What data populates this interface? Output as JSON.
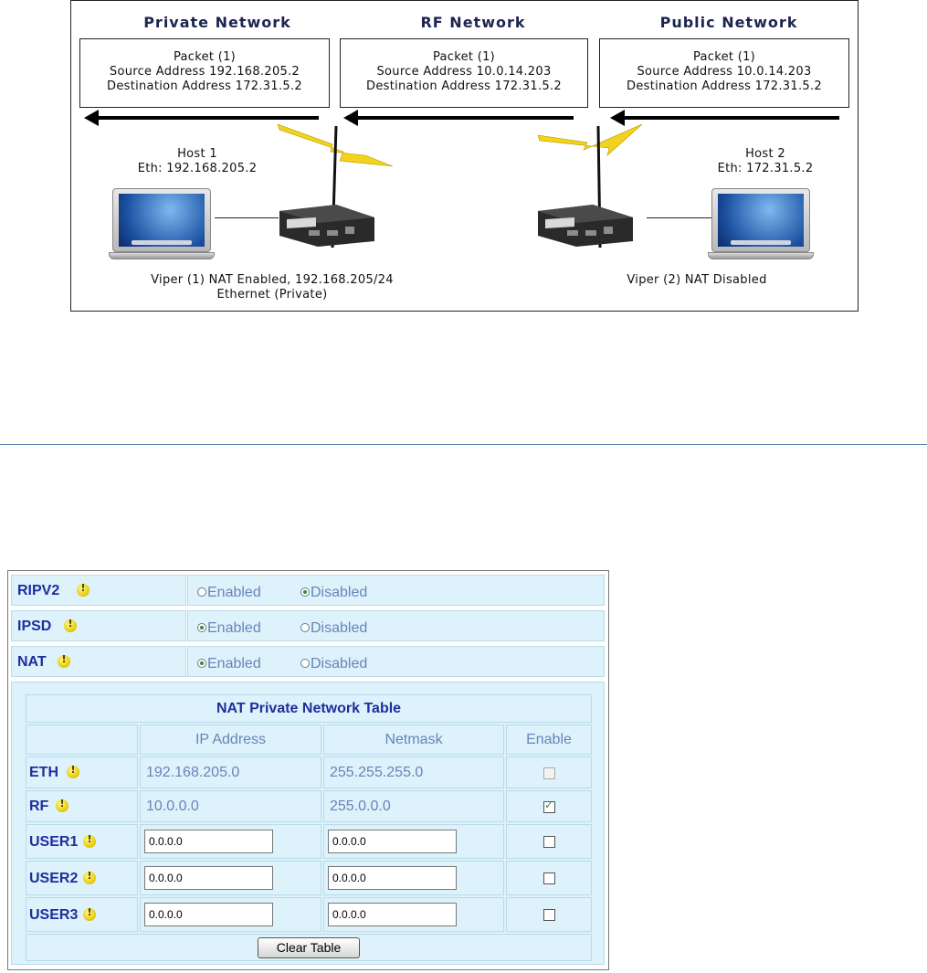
{
  "diagram": {
    "sections": [
      {
        "title": "Private Network",
        "packet": {
          "name": "Packet (1)",
          "source": "Source Address 192.168.205.2",
          "destination": "Destination Address 172.31.5.2"
        }
      },
      {
        "title": "RF Network",
        "packet": {
          "name": "Packet (1)",
          "source": "Source Address 10.0.14.203",
          "destination": "Destination Address 172.31.5.2"
        }
      },
      {
        "title": "Public Network",
        "packet": {
          "name": "Packet (1)",
          "source": "Source Address 10.0.14.203",
          "destination": "Destination Address 172.31.5.2"
        }
      }
    ],
    "host1": {
      "name": "Host 1",
      "eth": "Eth: 192.168.205.2"
    },
    "host2": {
      "name": "Host 2",
      "eth": "Eth: 172.31.5.2"
    },
    "viper1": {
      "line1": "Viper (1) NAT Enabled, 192.168.205/24",
      "line2": "Ethernet (Private)"
    },
    "viper2": {
      "line1": "Viper (2) NAT Disabled"
    }
  },
  "panel": {
    "rows": [
      {
        "label": "RIPV2",
        "option_enabled": "Enabled",
        "option_disabled": "Disabled",
        "selected": "Disabled"
      },
      {
        "label": "IPSD",
        "option_enabled": "Enabled",
        "option_disabled": "Disabled",
        "selected": "Enabled"
      },
      {
        "label": "NAT",
        "option_enabled": "Enabled",
        "option_disabled": "Disabled",
        "selected": "Enabled"
      }
    ],
    "nat_table": {
      "title": "NAT Private Network Table",
      "headers": {
        "ip": "IP Address",
        "netmask": "Netmask",
        "enable": "Enable"
      },
      "rows": [
        {
          "label": "ETH",
          "ip": "192.168.205.0",
          "netmask": "255.255.255.0",
          "enabled": false,
          "editable": false
        },
        {
          "label": "RF",
          "ip": "10.0.0.0",
          "netmask": "255.0.0.0",
          "enabled": true,
          "editable": false
        },
        {
          "label": "USER1",
          "ip": "0.0.0.0",
          "netmask": "0.0.0.0",
          "enabled": false,
          "editable": true
        },
        {
          "label": "USER2",
          "ip": "0.0.0.0",
          "netmask": "0.0.0.0",
          "enabled": false,
          "editable": true
        },
        {
          "label": "USER3",
          "ip": "0.0.0.0",
          "netmask": "0.0.0.0",
          "enabled": false,
          "editable": true
        }
      ],
      "clear_button": "Clear Table"
    }
  }
}
